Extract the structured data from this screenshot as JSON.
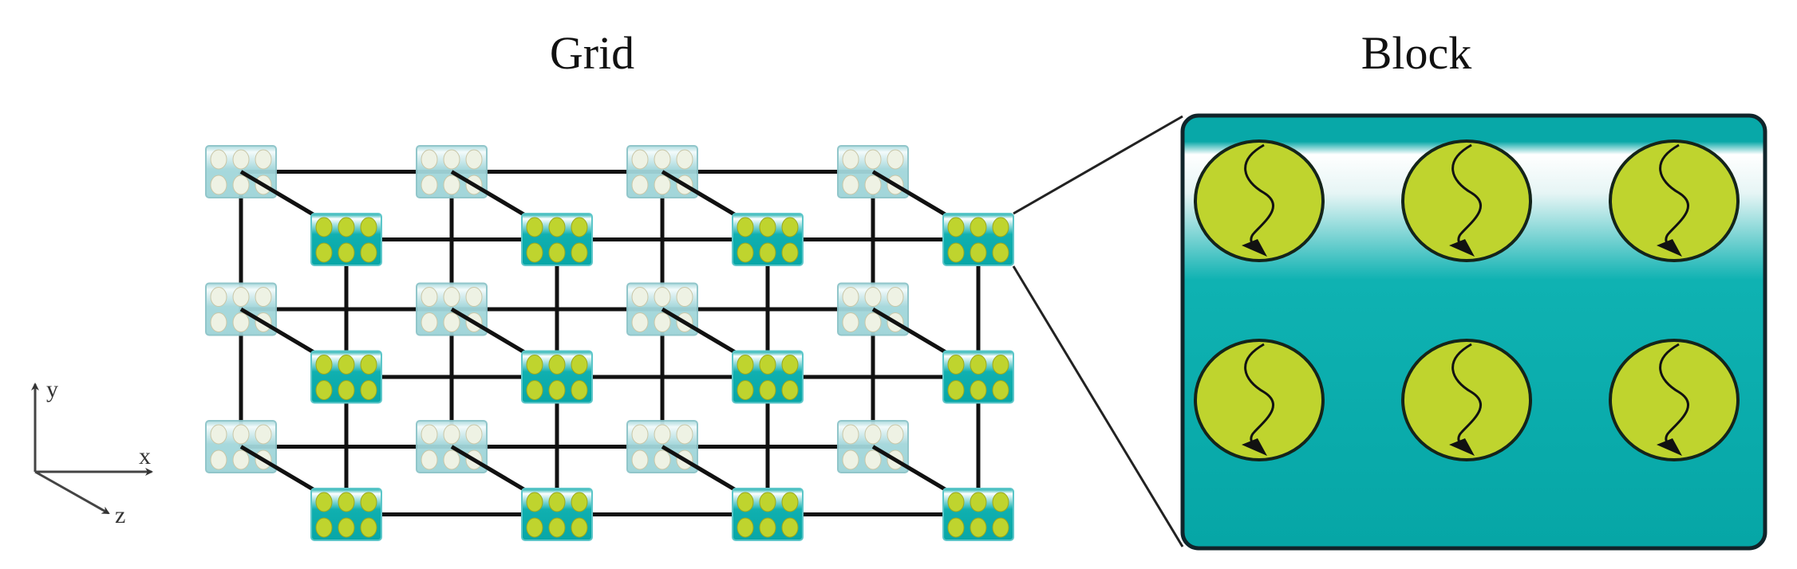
{
  "titles": {
    "grid": "Grid",
    "block": "Block"
  },
  "axes": {
    "x": "x",
    "y": "y",
    "z": "z"
  },
  "grid": {
    "columns": 4,
    "rows": 3,
    "layers": 2,
    "threads_per_block_columns": 3,
    "threads_per_block_rows": 2
  },
  "block": {
    "thread_columns": 3,
    "thread_rows": 2,
    "thread_icon": "wavy-arrow-icon"
  },
  "colors": {
    "block_teal": "#0aa9a9",
    "block_back": "#9fd4d8",
    "thread_fill": "#bfd42e",
    "thread_back_fill": "#eef2e4",
    "line": "#111111"
  }
}
